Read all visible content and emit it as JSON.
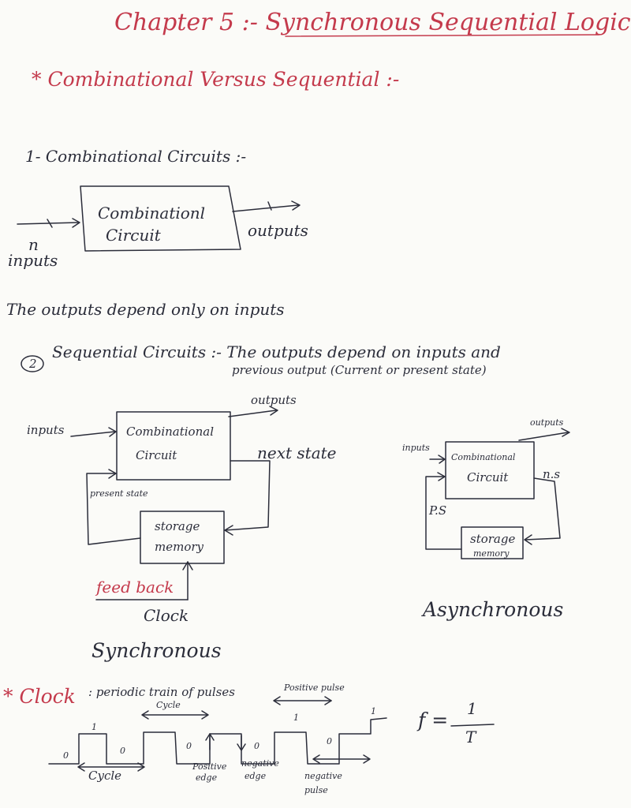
{
  "title": "Chapter 5 :- Synchronous Sequential Logic",
  "section_heading": "* Combinational Versus Sequential :-",
  "combinational": {
    "heading": "1- Combinational Circuits :-",
    "box_line1": "Combinationl",
    "box_line2": "Circuit",
    "input_n": "n",
    "inputs_label": "inputs",
    "outputs_label": "outputs",
    "statement": "The outputs depend only on inputs"
  },
  "sequential": {
    "heading_num": "2",
    "heading": "Sequential Circuits :- The outputs depend on inputs and",
    "heading_cont": "previous output (Current or present state)",
    "sync": {
      "inputs_label": "inputs",
      "outputs_label": "outputs",
      "box_line1": "Combinational",
      "box_line2": "Circuit",
      "next_state": "next state",
      "present_state": "present state",
      "storage_line1": "storage",
      "storage_line2": "memory",
      "feedback": "feed back",
      "clock": "Clock",
      "caption": "Synchronous"
    },
    "async": {
      "inputs_label": "inputs",
      "outputs_label": "outputs",
      "box_line1": "Combinational",
      "box_line2": "Circuit",
      "ns": "n.s",
      "ps": "P.S",
      "storage_line1": "storage",
      "storage_line2": "memory",
      "caption": "Asynchronous"
    }
  },
  "clock": {
    "heading_clock": "* Clock",
    "heading_rest": ": periodic train of pulses",
    "cycle_top": "Cycle",
    "positive_pulse": "Positive pulse",
    "cycle_bottom": "Cycle",
    "positive_edge_1": "Positive",
    "positive_edge_2": "edge",
    "negative_edge_1": "negative",
    "negative_edge_2": "edge",
    "negative_pulse_1": "negative",
    "negative_pulse_2": "pulse",
    "level_0": "0",
    "level_1": "1",
    "formula_f": "f =",
    "formula_num": "1",
    "formula_den": "T"
  },
  "colors": {
    "red_ink": "#c43a4c",
    "dark_ink": "#2b2d3a"
  }
}
